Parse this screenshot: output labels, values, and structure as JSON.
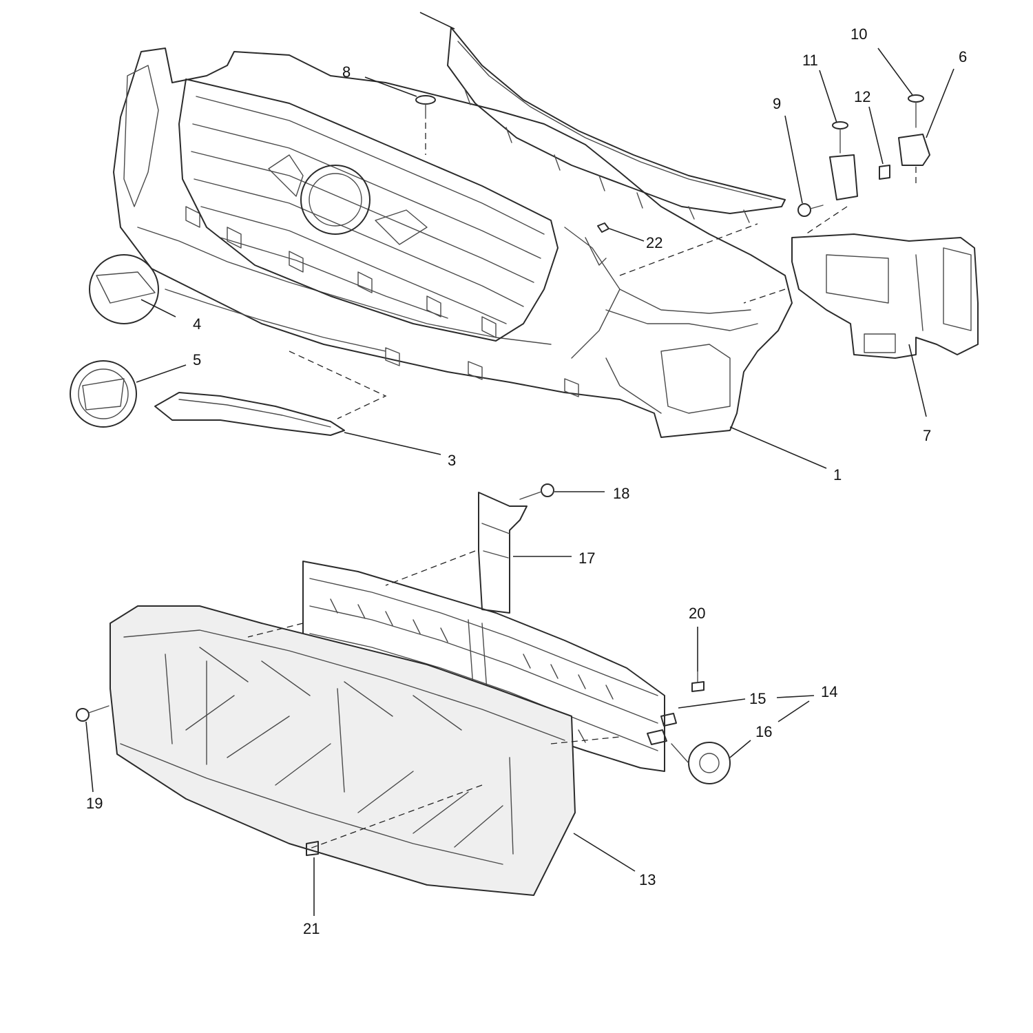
{
  "diagram": {
    "callouts": [
      {
        "id": "1",
        "text": "1"
      },
      {
        "id": "3",
        "text": "3"
      },
      {
        "id": "4",
        "text": "4"
      },
      {
        "id": "5",
        "text": "5"
      },
      {
        "id": "6",
        "text": "6"
      },
      {
        "id": "7",
        "text": "7"
      },
      {
        "id": "8",
        "text": "8"
      },
      {
        "id": "9",
        "text": "9"
      },
      {
        "id": "10",
        "text": "10"
      },
      {
        "id": "11",
        "text": "11"
      },
      {
        "id": "12",
        "text": "12"
      },
      {
        "id": "13",
        "text": "13"
      },
      {
        "id": "14",
        "text": "14"
      },
      {
        "id": "15",
        "text": "15"
      },
      {
        "id": "16",
        "text": "16"
      },
      {
        "id": "17",
        "text": "17"
      },
      {
        "id": "18",
        "text": "18"
      },
      {
        "id": "19",
        "text": "19"
      },
      {
        "id": "20",
        "text": "20"
      },
      {
        "id": "21",
        "text": "21"
      },
      {
        "id": "22",
        "text": "22"
      }
    ],
    "colors": {
      "line": "#2b2b2b",
      "background": "#ffffff",
      "shade": "#efefef"
    }
  }
}
